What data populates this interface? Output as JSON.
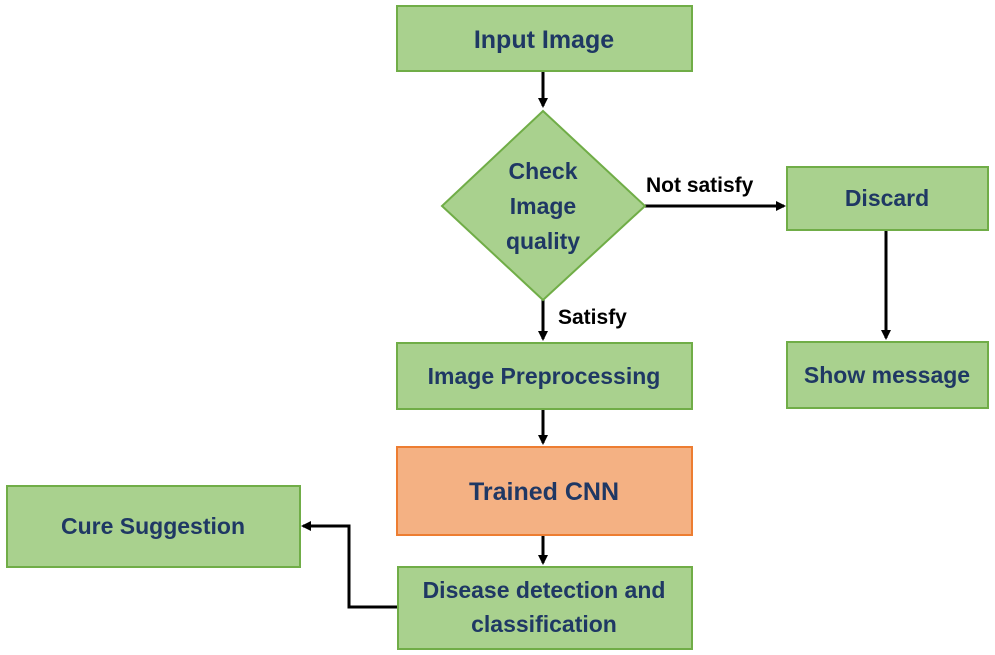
{
  "colors": {
    "process_fill": "#a9d18e",
    "process_stroke": "#70ad47",
    "highlight_fill": "#f4b183",
    "highlight_stroke": "#ed7d31",
    "text": "#1f3864",
    "arrow": "#000000"
  },
  "nodes": {
    "input_image": "Input Image",
    "check_quality": [
      "Check",
      "Image",
      "quality"
    ],
    "discard": "Discard",
    "show_message": "Show message",
    "preprocessing": "Image Preprocessing",
    "trained_cnn": "Trained CNN",
    "detection": [
      "Disease detection and",
      "classification"
    ],
    "cure": "Cure Suggestion"
  },
  "edge_labels": {
    "not_satisfy": "Not satisfy",
    "satisfy": "Satisfy"
  }
}
